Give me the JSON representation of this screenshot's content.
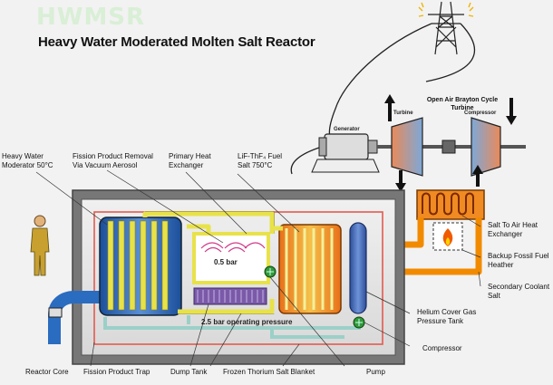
{
  "header": {
    "logo_text": "HWMSR",
    "title": "Heavy Water Moderated Molten Salt Reactor"
  },
  "turbine_section": {
    "title": "Open Air Brayton Cycle Turbine",
    "generator": "Generator",
    "turbine": "Turbine",
    "compressor": "Compressor"
  },
  "labels": {
    "heavy_water_moderator": "Heavy Water Moderator 50°C",
    "fission_product_removal": "Fission Product Removal Via Vacuum Aerosol",
    "primary_heat_exchanger": "Primary Heat Exchanger",
    "fuel_salt": "LiF-ThF₄ Fuel Salt 750°C",
    "salt_to_air": "Salt To Air Heat Exchanger",
    "backup_heater": "Backup Fossil Fuel Heather",
    "secondary_coolant": "Secondary Coolant Salt",
    "helium_tank": "Helium Cover Gas Pressure Tank",
    "compressor_bottom": "Compressor",
    "reactor_core": "Reactor Core",
    "fission_product_trap": "Fission Product Trap",
    "dump_tank": "Dump Tank",
    "blanket": "Frozen Thorium Salt Blanket",
    "pump": "Pump",
    "pressure_small": "0.5 bar",
    "pressure_operating": "2.5 bar operating pressure"
  },
  "colors": {
    "fuel_salt": "#e8e24a",
    "moderator_blue": "#2a6cc0",
    "secondary_salt": "#f28a00",
    "cover_gas": "#9bd0c8",
    "pump_green": "#2f9a3a",
    "trap_purple": "#7a5aa8",
    "outer_wall": "#666666"
  }
}
